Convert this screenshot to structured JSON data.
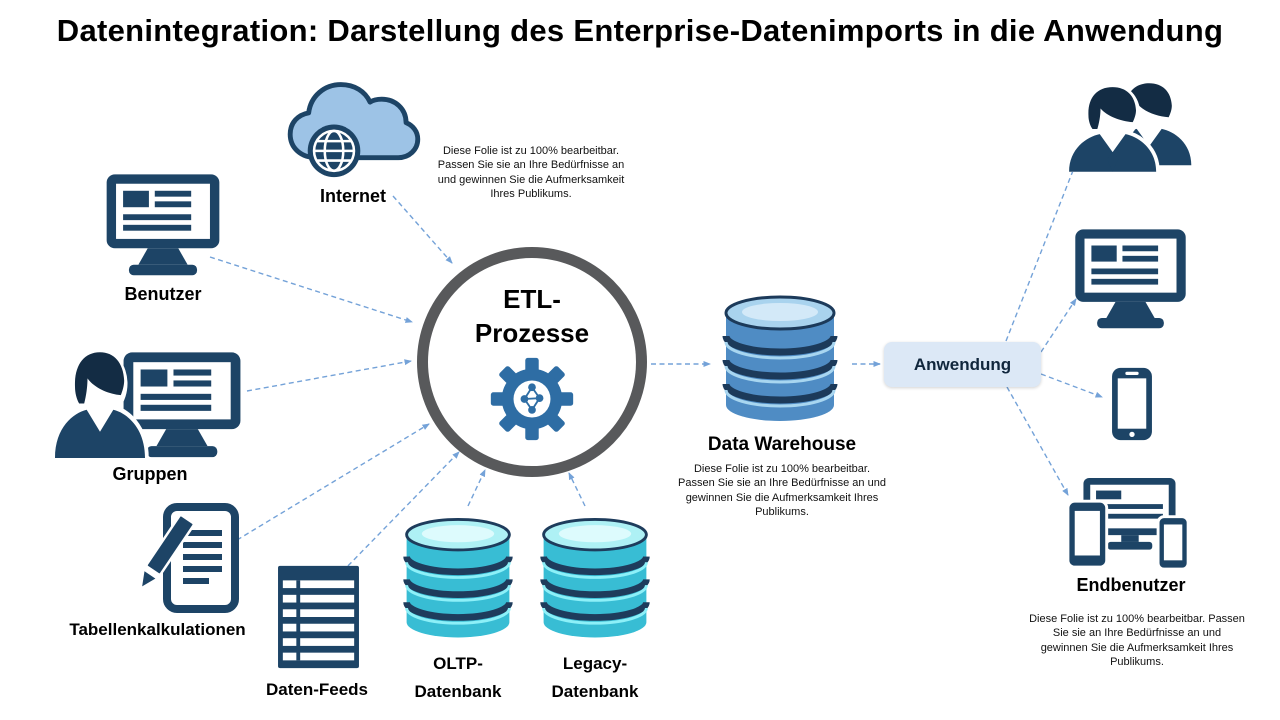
{
  "title": "Datenintegration: Darstellung des Enterprise-Datenimports in die Anwendung",
  "placeholder_text": "Diese Folie ist zu 100% bearbeitbar. Passen Sie sie an Ihre Bedürfnisse an und gewinnen Sie die Aufmerksamkeit Ihres Publikums.",
  "nodes": {
    "internet": {
      "label": "Internet"
    },
    "benutzer": {
      "label": "Benutzer"
    },
    "gruppen": {
      "label": "Gruppen"
    },
    "tabellenkalkulationen": {
      "label": "Tabellenkalkulationen"
    },
    "daten_feeds": {
      "label": "Daten-Feeds"
    },
    "etl": {
      "line1": "ETL-",
      "line2": "Prozesse"
    },
    "oltp": {
      "line1": "OLTP-",
      "line2": "Datenbank"
    },
    "legacy": {
      "line1": "Legacy-",
      "line2": "Datenbank"
    },
    "data_warehouse": {
      "label": "Data Warehouse"
    },
    "anwendung": {
      "label": "Anwendung"
    },
    "endbenutzer": {
      "label": "Endbenutzer"
    }
  },
  "colors": {
    "icon_navy": "#1d4466",
    "hair_navy": "#132c44",
    "gear_blue": "#2e6da4",
    "cloud_fill": "#9dc3e6",
    "arrow_blue": "#74a2d8",
    "etl_ring_gray": "#58595b",
    "db_cyan_body": "#38bdd4",
    "db_cyan_top": "#aef1f5",
    "db_blue_body": "#4f8cc4",
    "db_blue_top": "#a9d3ee",
    "anwendung_bg": "#dce8f6"
  }
}
